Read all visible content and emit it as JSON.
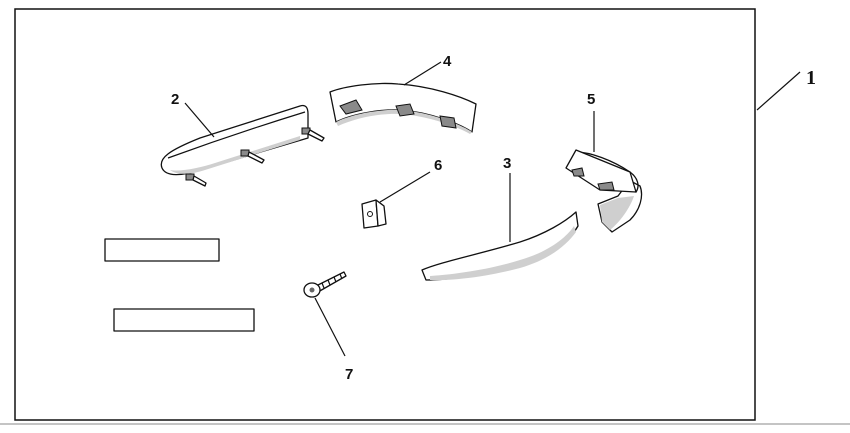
{
  "callouts": {
    "kit": "1",
    "upper_left": "2",
    "lower_center": "3",
    "upper_center": "4",
    "right_end": "5",
    "clip": "6",
    "screw": "7"
  }
}
